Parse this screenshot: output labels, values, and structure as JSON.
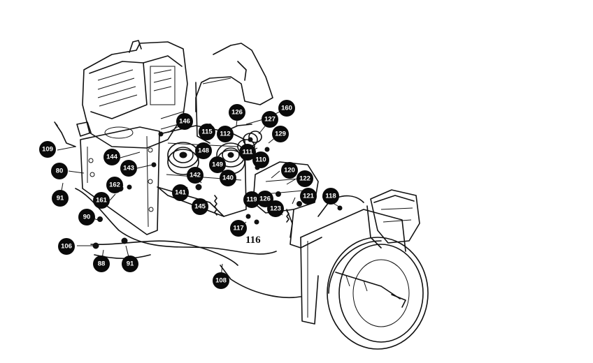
{
  "callouts": [
    {
      "id": "c160",
      "label": "160"
    },
    {
      "id": "c126a",
      "label": "126"
    },
    {
      "id": "c127",
      "label": "127"
    },
    {
      "id": "c129",
      "label": "129"
    },
    {
      "id": "c146",
      "label": "146"
    },
    {
      "id": "c115",
      "label": "115"
    },
    {
      "id": "c112",
      "label": "112"
    },
    {
      "id": "c109",
      "label": "109"
    },
    {
      "id": "c144",
      "label": "144"
    },
    {
      "id": "c148",
      "label": "148"
    },
    {
      "id": "c111",
      "label": "111"
    },
    {
      "id": "c110",
      "label": "110"
    },
    {
      "id": "c143",
      "label": "143"
    },
    {
      "id": "c149",
      "label": "149"
    },
    {
      "id": "c80",
      "label": "80"
    },
    {
      "id": "c142",
      "label": "142"
    },
    {
      "id": "c140",
      "label": "140"
    },
    {
      "id": "c120",
      "label": "120"
    },
    {
      "id": "c122",
      "label": "122"
    },
    {
      "id": "c162",
      "label": "162"
    },
    {
      "id": "c91a",
      "label": "91"
    },
    {
      "id": "c141",
      "label": "141"
    },
    {
      "id": "c121",
      "label": "121"
    },
    {
      "id": "c118",
      "label": "118"
    },
    {
      "id": "c161",
      "label": "161"
    },
    {
      "id": "c119",
      "label": "119"
    },
    {
      "id": "c126b",
      "label": "126"
    },
    {
      "id": "c145",
      "label": "145"
    },
    {
      "id": "c123",
      "label": "123"
    },
    {
      "id": "c90",
      "label": "90"
    },
    {
      "id": "c117",
      "label": "117"
    },
    {
      "id": "c106",
      "label": "106"
    },
    {
      "id": "c88",
      "label": "88"
    },
    {
      "id": "c91b",
      "label": "91"
    },
    {
      "id": "c108",
      "label": "108"
    }
  ],
  "plain_labels": [
    {
      "id": "l116",
      "label": "116"
    }
  ]
}
